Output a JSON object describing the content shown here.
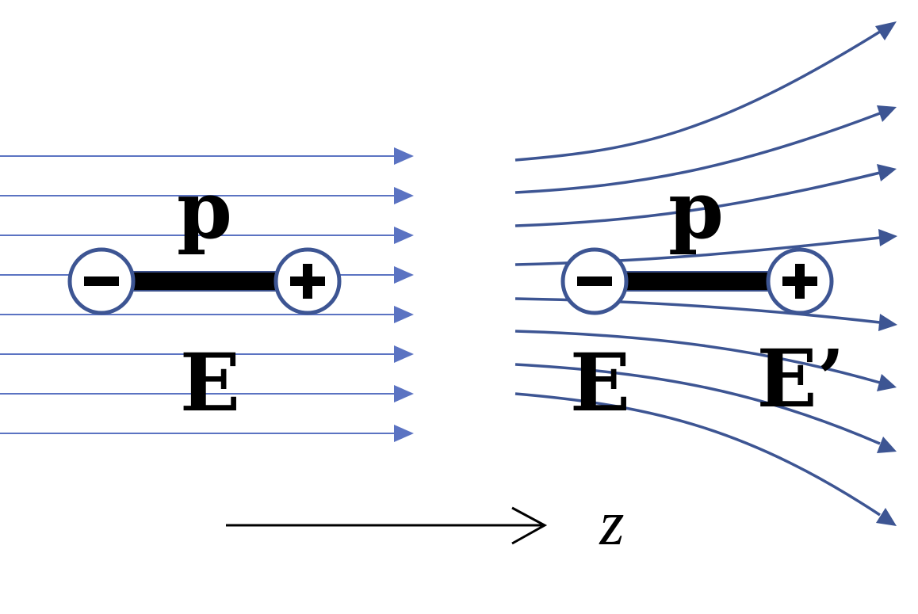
{
  "left_panel": {
    "dipole_label": "p",
    "field_label": "E",
    "negative_sign": "−",
    "positive_sign": "+"
  },
  "right_panel": {
    "dipole_label": "p",
    "field_label": "E",
    "perturbed_field_label": "E’",
    "negative_sign": "−",
    "positive_sign": "+"
  },
  "axis": {
    "label": "z"
  },
  "colors": {
    "uniform_field_lines": "#5b73c2",
    "curved_field_lines": "#3d5593",
    "charge_outline": "#3d5593",
    "dipole_rod": "#000000",
    "text": "#000000"
  }
}
